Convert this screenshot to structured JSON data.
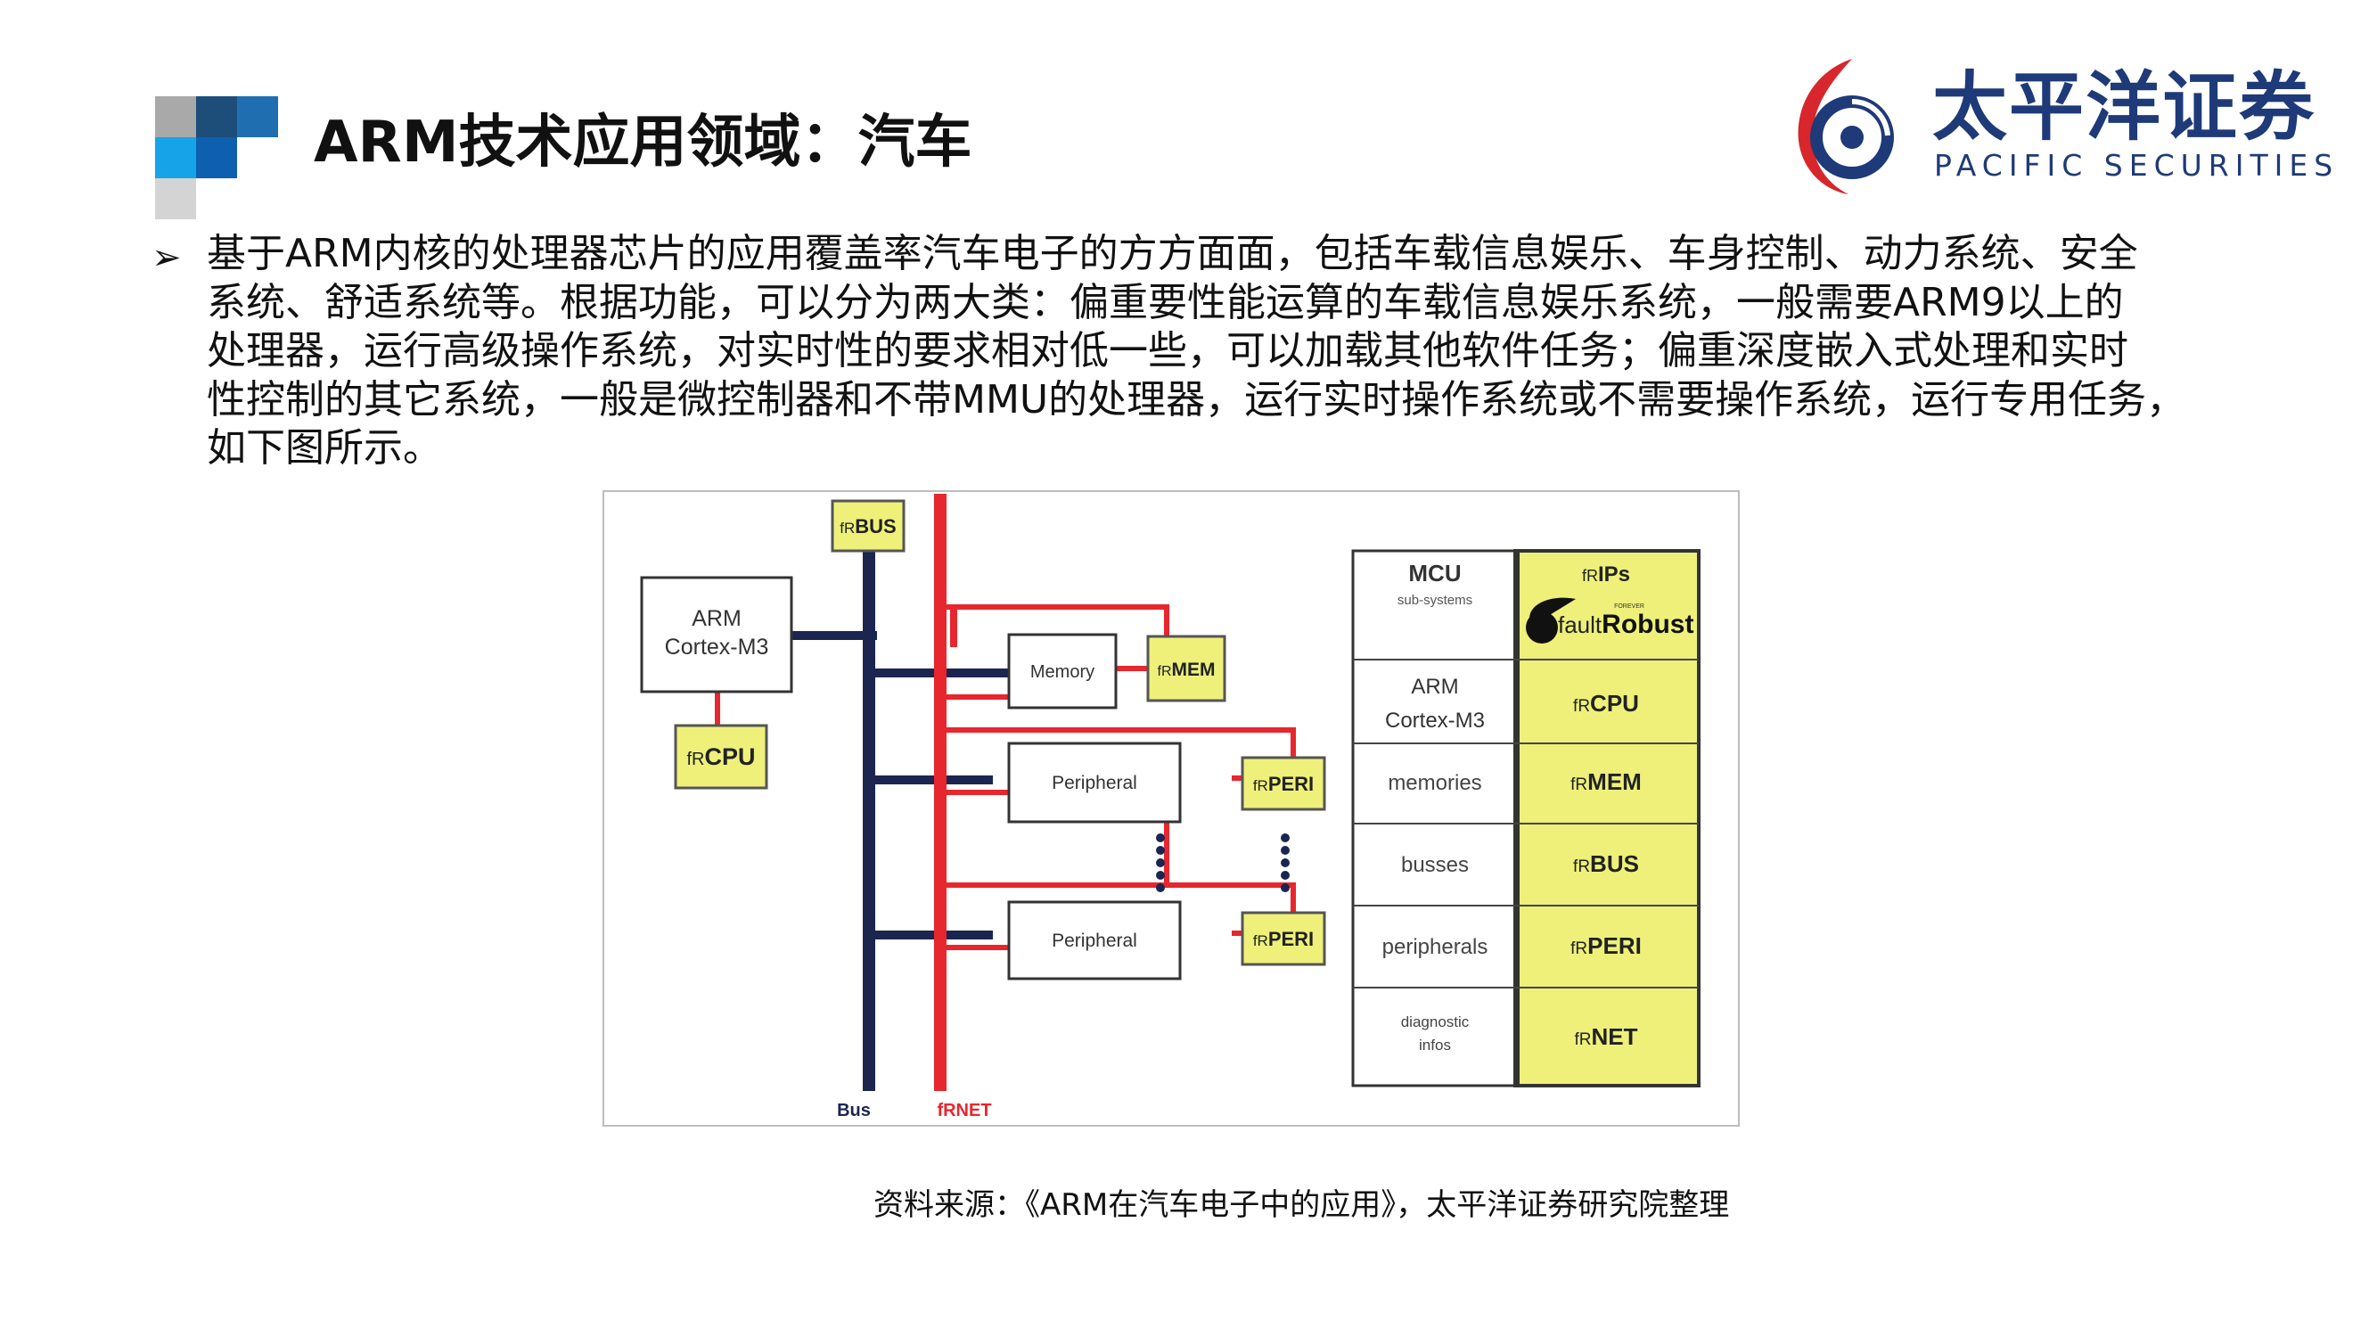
{
  "header": {
    "title": "ARM技术应用领域：汽车",
    "deco_colors": [
      "#a9a9a9",
      "#1d4e7a",
      "#1f6fb0",
      "#16a3e8",
      "#0f5fb0",
      "#d4d4d4"
    ]
  },
  "logo": {
    "name_cn": "太平洋证券",
    "name_en": "PACIFIC SECURITIES",
    "colors": {
      "red": "#d7262c",
      "navy": "#1e3a78"
    }
  },
  "content": {
    "bullet_icon": "arrow-bullet-icon",
    "paragraph_lines": [
      "基于ARM内核的处理器芯片的应用覆盖率汽车电子的方方面面，包括车载信息娱乐、车身控制、动力系统、安全",
      "系统、舒适系统等。根据功能，可以分为两大类：偏重要性能运算的车载信息娱乐系统，一般需要ARM9以上的",
      "处理器，运行高级操作系统，对实时性的要求相对低一些，可以加载其他软件任务；偏重深度嵌入式处理和实时",
      "性控制的其它系统，一般是微控制器和不带MMU的处理器，运行实时操作系统或不需要操作系统，运行专用任务，",
      "如下图所示。"
    ]
  },
  "diagram": {
    "colors": {
      "bus": "#1b2550",
      "frnet": "#e8262d",
      "yellow": "#eef07a",
      "yellow_border": "#555555"
    },
    "frbus": {
      "fr": "fR",
      "label": "BUS"
    },
    "arm": {
      "line1": "ARM",
      "line2": "Cortex-M3"
    },
    "frcpu": {
      "fr": "fR",
      "label": "CPU"
    },
    "memory": "Memory",
    "frmem": {
      "fr": "fR",
      "label": "MEM"
    },
    "peripheral_1": "Peripheral",
    "frperi_1": {
      "fr": "fR",
      "label": "PERI"
    },
    "peripheral_2": "Peripheral",
    "frperi_2": {
      "fr": "fR",
      "label": "PERI"
    },
    "bus_label": "Bus",
    "frnet_label": "fRNET",
    "table": {
      "mcu": {
        "title": "MCU",
        "sub": "sub-systems"
      },
      "frips": {
        "fr": "fR",
        "label": "IPs"
      },
      "faultrobust": {
        "small": "FOREVER",
        "fault": "fault",
        "robust": "Robust"
      },
      "rows": [
        {
          "left1": "ARM",
          "left2": "Cortex-M3",
          "fr": "fR",
          "right": "CPU"
        },
        {
          "left1": "memories",
          "left2": "",
          "fr": "fR",
          "right": "MEM"
        },
        {
          "left1": "busses",
          "left2": "",
          "fr": "fR",
          "right": "BUS"
        },
        {
          "left1": "peripherals",
          "left2": "",
          "fr": "fR",
          "right": "PERI"
        },
        {
          "left1": "diagnostic",
          "left2": "infos",
          "fr": "fR",
          "right": "NET"
        }
      ]
    }
  },
  "source": "资料来源：《ARM在汽车电子中的应用》，太平洋证券研究院整理"
}
